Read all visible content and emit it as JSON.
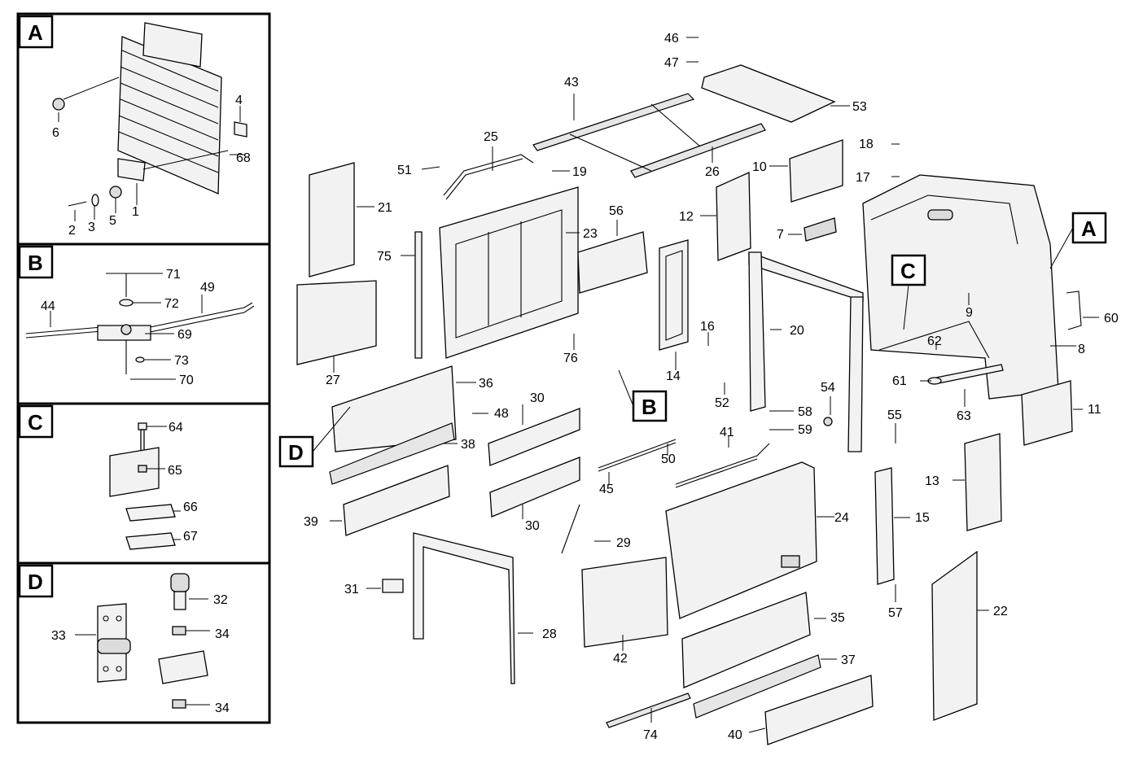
{
  "insets": [
    {
      "letter": "A",
      "numbers": [
        "6",
        "4",
        "68",
        "2",
        "3",
        "5",
        "1"
      ]
    },
    {
      "letter": "B",
      "numbers": [
        "71",
        "72",
        "49",
        "44",
        "69",
        "73",
        "70"
      ]
    },
    {
      "letter": "C",
      "numbers": [
        "64",
        "65",
        "66",
        "67"
      ]
    },
    {
      "letter": "D",
      "numbers": [
        "32",
        "33",
        "34",
        "34"
      ]
    }
  ],
  "callout_tags": [
    "A",
    "B",
    "C",
    "D"
  ],
  "part_numbers": [
    "46",
    "47",
    "53",
    "43",
    "26",
    "25",
    "51",
    "19",
    "21",
    "23",
    "56",
    "75",
    "27",
    "36",
    "48",
    "38",
    "30",
    "30",
    "39",
    "31",
    "28",
    "76",
    "12",
    "10",
    "7",
    "14",
    "16",
    "52",
    "20",
    "45",
    "50",
    "41",
    "29",
    "24",
    "42",
    "35",
    "37",
    "40",
    "74",
    "18",
    "17",
    "9",
    "8",
    "60",
    "62",
    "61",
    "63",
    "54",
    "55",
    "58",
    "59",
    "11",
    "13",
    "15",
    "57",
    "22"
  ],
  "colors": {
    "line": "#000000",
    "fill": "#f2f2f2",
    "background": "#ffffff"
  }
}
